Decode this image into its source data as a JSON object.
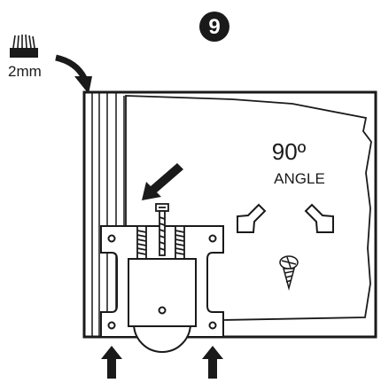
{
  "step": {
    "number": "9"
  },
  "brush": {
    "size_label": "2mm"
  },
  "angle": {
    "value": "90º",
    "label": "ANGLE"
  },
  "colors": {
    "ink": "#1a1a1a",
    "paper": "#ffffff"
  },
  "icons": [
    "step-badge",
    "brush-strip-icon",
    "curved-arrow",
    "push-arrow",
    "screw-icon",
    "up-arrow"
  ]
}
